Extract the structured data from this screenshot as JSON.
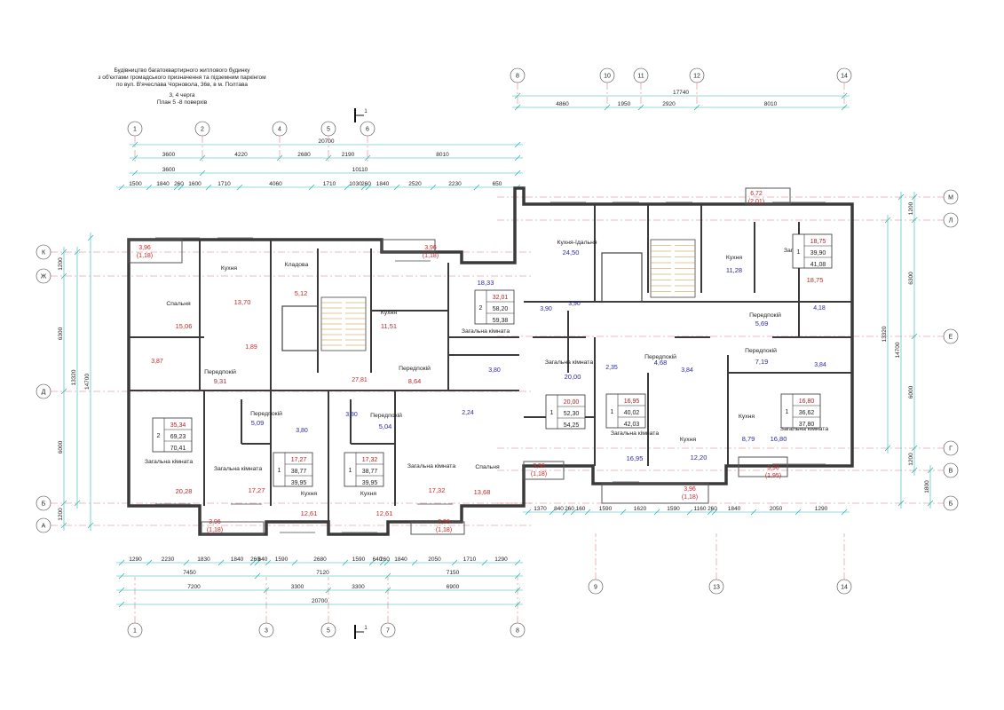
{
  "header": {
    "lines": [
      "Будівництво багатоквартирного житлового будинку",
      "з об'єктами громадського призначення та підземним паркінгом",
      "по вул. В'ячеслава Чорновола, 36в, в м. Полтава"
    ],
    "stage": "3, 4 черга",
    "plan_title": "План 5 -8 поверхів"
  },
  "section_mark": "1",
  "axes_columns": [
    {
      "label": "1"
    },
    {
      "label": "2"
    },
    {
      "label": "4"
    },
    {
      "label": "5"
    },
    {
      "label": "6"
    },
    {
      "label": "8"
    },
    {
      "label": "10"
    },
    {
      "label": "11"
    },
    {
      "label": "12"
    },
    {
      "label": "14"
    },
    {
      "label": "3"
    },
    {
      "label": "7"
    },
    {
      "label": "9"
    },
    {
      "label": "13"
    }
  ],
  "axes_rows": [
    "К",
    "Ж",
    "Д",
    "Б",
    "А",
    "М",
    "Л",
    "Е",
    "Г",
    "В"
  ],
  "dims_top": {
    "row1": [
      "17740"
    ],
    "row2": [
      "4860",
      "1950",
      "2920",
      "8010"
    ],
    "row3": [
      "20700"
    ],
    "row4": [
      "3600",
      "4220",
      "2680",
      "2190",
      "8010"
    ],
    "row5": [
      "3600",
      "10110"
    ],
    "row6": [
      "1500",
      "1840",
      "260",
      "1600",
      "1710",
      "4060",
      "1710",
      "1030",
      "260",
      "1840",
      "2520",
      "2230",
      "650"
    ]
  },
  "dims_bottom": {
    "row1": [
      "1370",
      "840",
      "260",
      "160",
      "1590",
      "1620",
      "1590",
      "1160",
      "260",
      "1840",
      "2050",
      "1290"
    ],
    "row2": [
      "1290",
      "2230",
      "1830",
      "1840",
      "260",
      "640",
      "1590",
      "2680",
      "1590",
      "640",
      "260",
      "1840",
      "2050",
      "1710",
      "1290"
    ],
    "row3": [
      "7450",
      "7120",
      "7150"
    ],
    "row4": [
      "7200",
      "3300",
      "3300",
      "6900"
    ],
    "row5": [
      "20700"
    ]
  },
  "dims_left": [
    "1200",
    "6300",
    "14700",
    "13320",
    "6000",
    "1200",
    "1200"
  ],
  "dims_right": [
    "1200",
    "6300",
    "14700",
    "13320",
    "6000",
    "1200",
    "1800"
  ],
  "rooms": [
    {
      "name": "Кухня",
      "area": "13,70"
    },
    {
      "name": "Кладова",
      "area": "5,12"
    },
    {
      "name": "Спальня",
      "area": "15,06"
    },
    {
      "name": "Кухня",
      "area": "11,51"
    },
    {
      "name": "Загальна кімната",
      "area": "18,33"
    },
    {
      "name": "Кухня-їдальня",
      "area": "24,50"
    },
    {
      "name": "Кухня",
      "area": "11,28"
    },
    {
      "name": "Загальна кімната",
      "area": "18,75"
    },
    {
      "name": "Передпокій",
      "area": "9,31"
    },
    {
      "name": "Передпокій",
      "area": "8,64"
    },
    {
      "name": "Передпокій",
      "area": "5,09"
    },
    {
      "name": "Передпокій",
      "area": "5,04"
    },
    {
      "name": "Передпокій",
      "area": "5,69"
    },
    {
      "name": "Передпокій",
      "area": "4,68"
    },
    {
      "name": "Передпокій",
      "area": "7,19"
    },
    {
      "name": "Загальна кімната",
      "area": "20,28"
    },
    {
      "name": "Загальна кімната",
      "area": "17,27"
    },
    {
      "name": "Загальна кімната",
      "area": "17,32"
    },
    {
      "name": "Спальня",
      "area": "13,68"
    },
    {
      "name": "Загальна кімната",
      "area": "20,00"
    },
    {
      "name": "Загальна кімната",
      "area": "16,95"
    },
    {
      "name": "Кухня",
      "area": "12,20"
    },
    {
      "name": "Кухня",
      "area": "8,79"
    },
    {
      "name": "Загальна кімната",
      "area": "16,80"
    },
    {
      "name": "Кухня",
      "area": "12,61"
    },
    {
      "name": "Кухня",
      "area": "12,61"
    }
  ],
  "small_areas": [
    "1,89",
    "3,87",
    "3,80",
    "3,80",
    "2,24",
    "3,80",
    "3,90",
    "3,90",
    "2,35",
    "3,84",
    "4,18",
    "3,84",
    "27,81",
    "4,18"
  ],
  "apartments": [
    {
      "rooms": "2",
      "living": "32,01",
      "total": "58,20",
      "total_balcony": "59,38"
    },
    {
      "rooms": "1",
      "living": "18,75",
      "total": "39,90",
      "total_balcony": "41,08"
    },
    {
      "rooms": "2",
      "living": "35,34",
      "total": "69,23",
      "total_balcony": "70,41"
    },
    {
      "rooms": "1",
      "living": "17,27",
      "total": "38,77",
      "total_balcony": "39,95"
    },
    {
      "rooms": "1",
      "living": "17,32",
      "total": "38,77",
      "total_balcony": "39,95"
    },
    {
      "rooms": "1",
      "living": "20,00",
      "total": "52,30",
      "total_balcony": "54,25"
    },
    {
      "rooms": "1",
      "living": "16,95",
      "total": "40,02",
      "total_balcony": "42,03"
    },
    {
      "rooms": "1",
      "living": "16,80",
      "total": "36,62",
      "total_balcony": "37,80"
    }
  ],
  "balconies": [
    {
      "area": "3,96",
      "reduced": "(1,18)"
    },
    {
      "area": "3,96",
      "reduced": "(1,18)"
    },
    {
      "area": "3,96",
      "reduced": "(1,18)"
    },
    {
      "area": "3,96",
      "reduced": "(1,18)"
    },
    {
      "area": "3,96",
      "reduced": "(1,18)"
    },
    {
      "area": "3,96",
      "reduced": "(1,18)"
    },
    {
      "area": "3,90",
      "reduced": "(1,95)"
    },
    {
      "area": "6,72",
      "reduced": "(2,01)"
    }
  ],
  "colors": {
    "wall": "#3a3a3a",
    "axis": "#d04040",
    "dim": "#2ab5b5",
    "area_red": "#c0282a",
    "area_blue": "#2a2a9a"
  }
}
